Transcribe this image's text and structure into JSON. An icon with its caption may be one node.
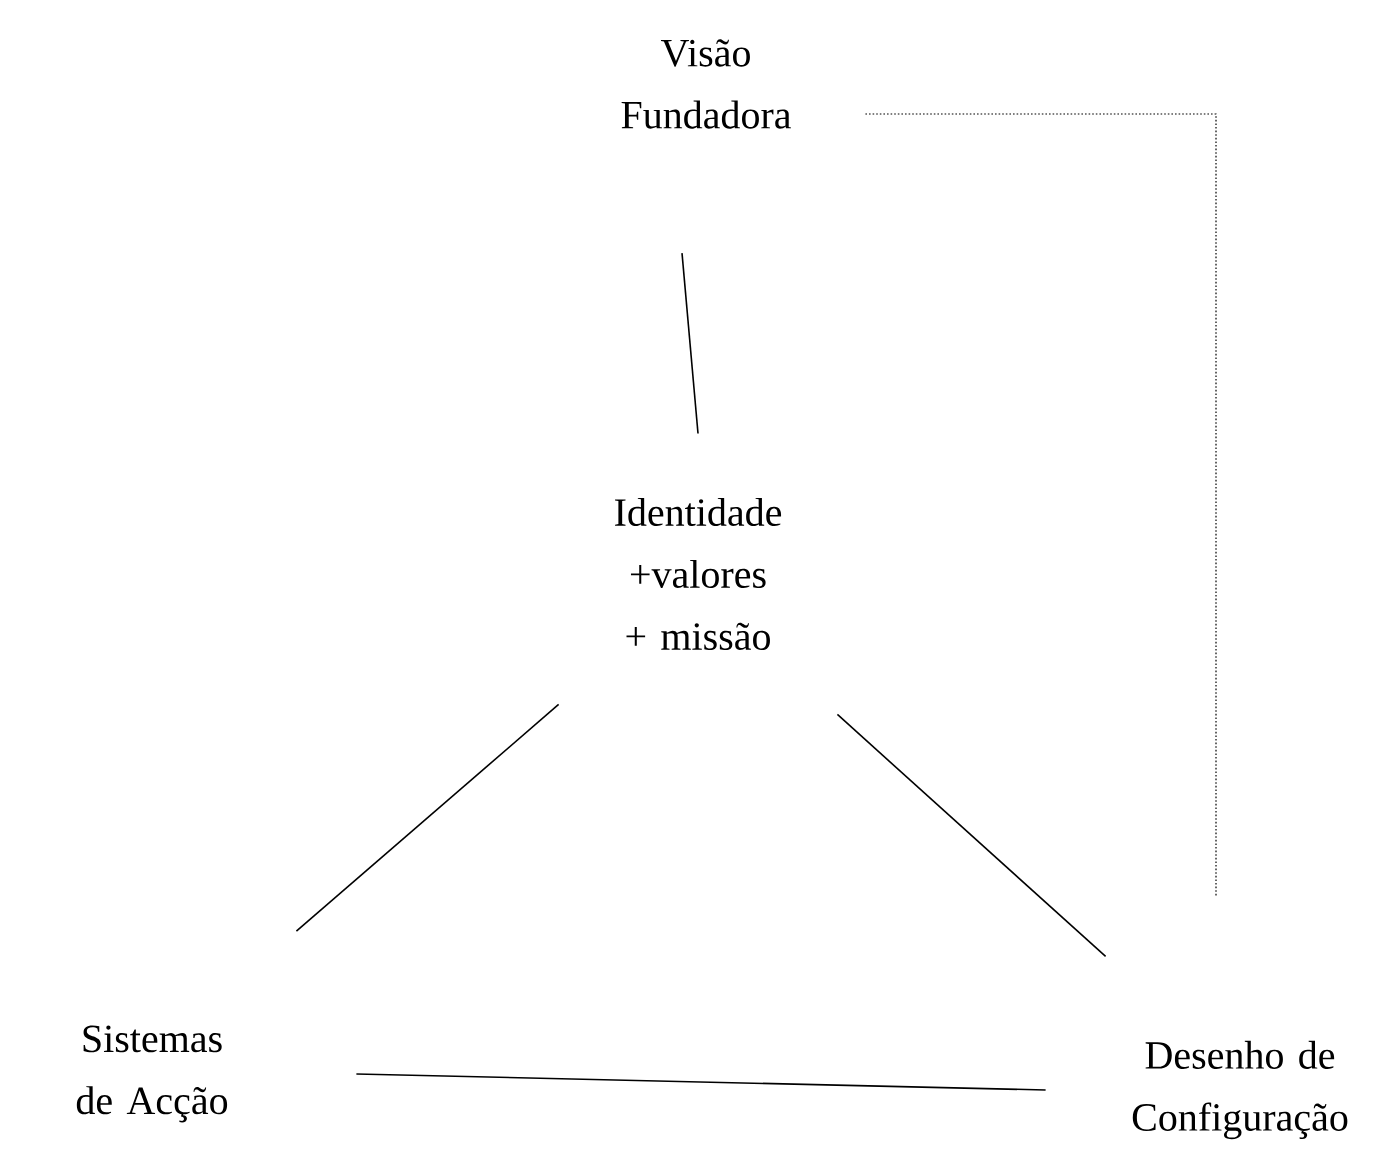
{
  "diagram": {
    "nodes": [
      {
        "text": [
          "Visão Fundadora"
        ]
      },
      {
        "text": [
          "Identidade +valores + missão"
        ]
      },
      {
        "text": [
          "Sistemas de Acção"
        ]
      },
      {
        "text": [
          "Desenho de Configuração"
        ]
      }
    ],
    "edges": [
      {
        "from": 0,
        "to": 1,
        "arrow": "none"
      },
      {
        "from": 1,
        "to": 2,
        "arrow": "none"
      },
      {
        "from": 1,
        "to": 3,
        "arrow": "none"
      },
      {
        "from": 2,
        "to": 3,
        "arrow": "none"
      },
      {
        "from": 0,
        "to": 3,
        "arrow": "none",
        "style": "dashed"
      }
    ]
  }
}
